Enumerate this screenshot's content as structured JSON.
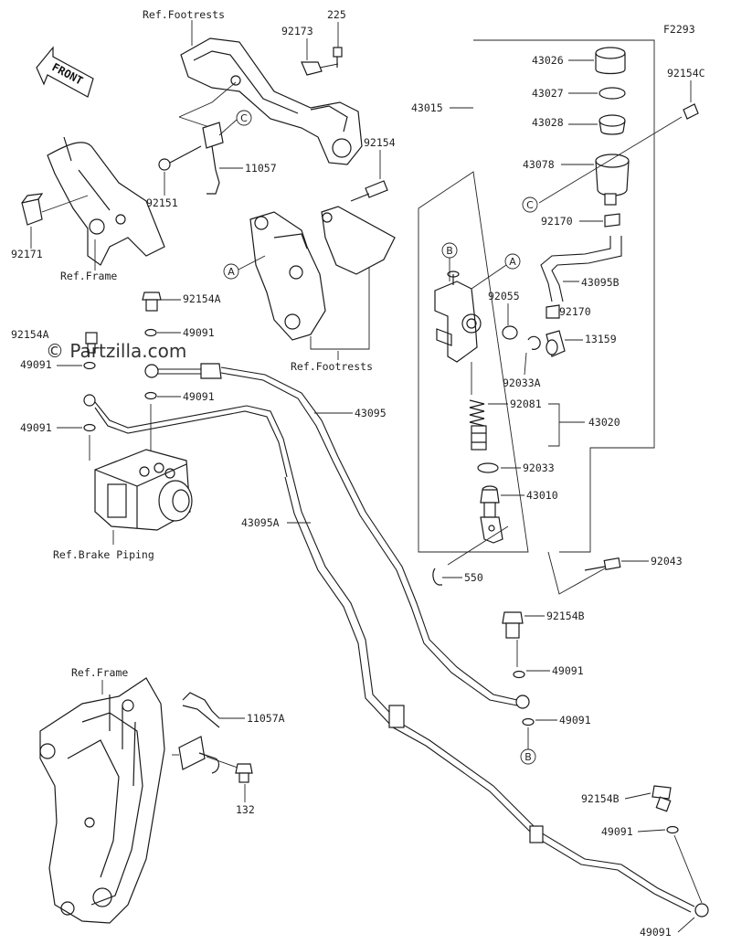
{
  "diagram_code": "F2293",
  "watermark": "© Partzilla.com",
  "front_label": "FRONT",
  "ref_labels": {
    "footrests_top": "Ref.Footrests",
    "frame_top": "Ref.Frame",
    "footrests_mid": "Ref.Footrests",
    "brake_piping": "Ref.Brake Piping",
    "frame_bottom": "Ref.Frame"
  },
  "parts": {
    "p225": "225",
    "p92173": "92173",
    "p11057": "11057",
    "p92151": "92151",
    "p92171": "92171",
    "p92154": "92154",
    "p92154A_1": "92154A",
    "p92154A_2": "92154A",
    "p49091_1": "49091",
    "p49091_2": "49091",
    "p49091_3": "49091",
    "p49091_4": "49091",
    "p49091_5": "49091",
    "p49091_6": "49091",
    "p49091_7": "49091",
    "p49091_8": "49091",
    "p43095": "43095",
    "p43095A": "43095A",
    "p43015": "43015",
    "p43026": "43026",
    "p43027": "43027",
    "p43028": "43028",
    "p43078": "43078",
    "p92154C": "92154C",
    "p92170_1": "92170",
    "p92170_2": "92170",
    "p43095B": "43095B",
    "p92055": "92055",
    "p13159": "13159",
    "p92033A": "92033A",
    "p92081": "92081",
    "p43020": "43020",
    "p92033": "92033",
    "p43010": "43010",
    "p92043": "92043",
    "p550": "550",
    "p92154B_1": "92154B",
    "p92154B_2": "92154B",
    "p11057A": "11057A",
    "p132": "132"
  },
  "markers": {
    "A1": "A",
    "A2": "A",
    "B1": "B",
    "B2": "B",
    "C1": "C",
    "C2": "C"
  }
}
